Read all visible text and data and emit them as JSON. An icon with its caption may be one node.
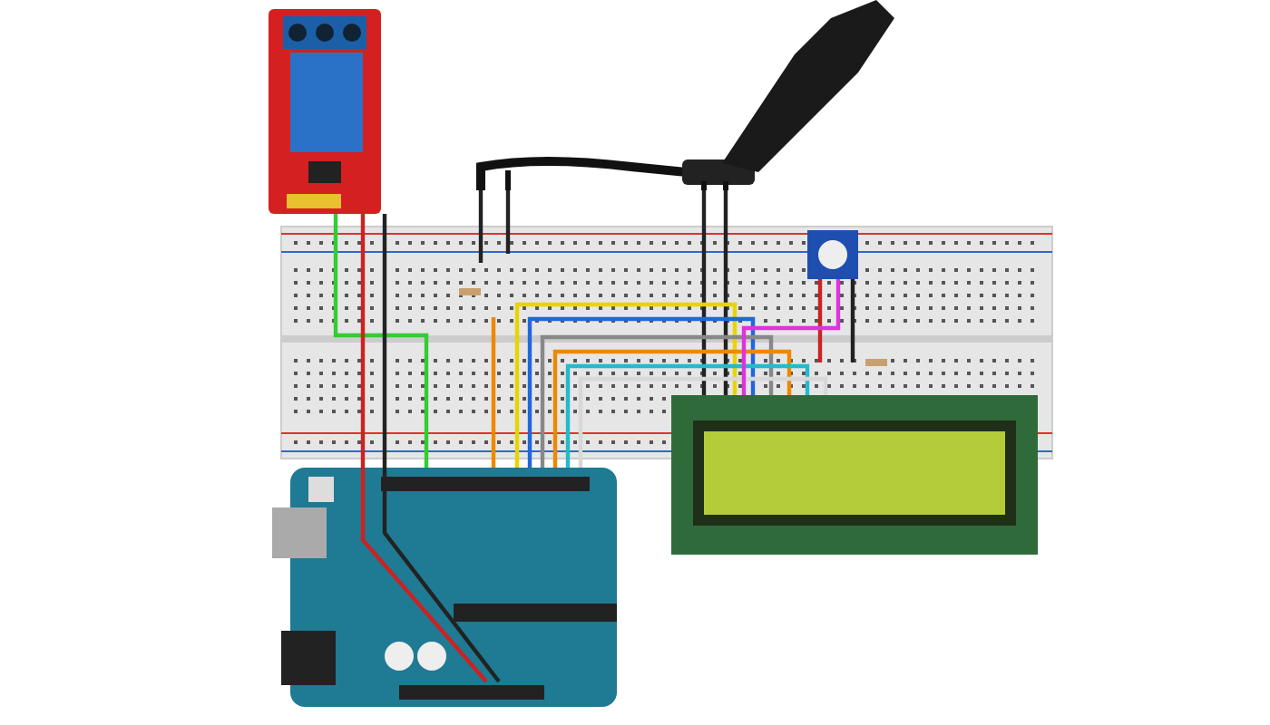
{
  "diagram": {
    "nodes": [
      {
        "text": [],
        "shape": "picture"
      },
      {
        "text": [],
        "shape": "picture"
      },
      {
        "text": [],
        "shape": "picture"
      },
      {
        "text": [],
        "shape": "picture",
        "in": 2
      },
      {
        "text": [],
        "shape": "picture"
      },
      {
        "text": [],
        "shape": "picture"
      }
    ],
    "edges": [
      {
        "from": 0,
        "to": 2,
        "arrow": "none",
        "color": "#33cc33"
      },
      {
        "from": 0,
        "to": 2,
        "arrow": "none",
        "color": "#cc2222"
      },
      {
        "from": 0,
        "to": 2,
        "arrow": "none",
        "color": "#222222"
      },
      {
        "from": 1,
        "to": 2,
        "arrow": "none",
        "color": "#222222"
      },
      {
        "from": 1,
        "to": 2,
        "arrow": "none",
        "color": "#222222"
      },
      {
        "from": 1,
        "to": 4,
        "arrow": "none",
        "color": "#222222"
      },
      {
        "from": 1,
        "to": 4,
        "arrow": "none",
        "color": "#222222"
      },
      {
        "from": 5,
        "to": 2,
        "arrow": "none",
        "color": "#33cc33"
      },
      {
        "from": 5,
        "to": 2,
        "arrow": "none",
        "color": "#cc2222"
      },
      {
        "from": 5,
        "to": 2,
        "arrow": "none",
        "color": "#222222"
      },
      {
        "from": 5,
        "to": 2,
        "arrow": "none",
        "color": "#ee8800"
      },
      {
        "from": 5,
        "to": 4,
        "arrow": "none",
        "color": "#e8d400"
      },
      {
        "from": 5,
        "to": 4,
        "arrow": "none",
        "color": "#2266dd"
      },
      {
        "from": 5,
        "to": 4,
        "arrow": "none",
        "color": "#888888"
      },
      {
        "from": 5,
        "to": 4,
        "arrow": "none",
        "color": "#ee8800"
      },
      {
        "from": 5,
        "to": 4,
        "arrow": "none",
        "color": "#22bbcc"
      },
      {
        "from": 5,
        "to": 4,
        "arrow": "none",
        "color": "#d8d8d8"
      },
      {
        "from": 3,
        "to": 4,
        "arrow": "none",
        "color": "#dd33dd"
      }
    ]
  }
}
